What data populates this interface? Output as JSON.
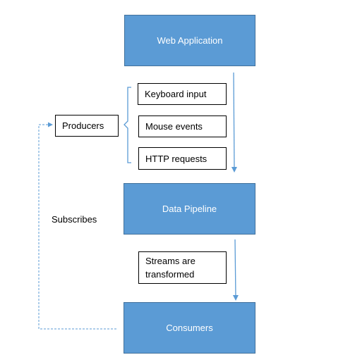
{
  "diagram": {
    "web_application": "Web Application",
    "data_pipeline": "Data Pipeline",
    "consumers": "Consumers",
    "producers": "Producers",
    "inputs": {
      "keyboard": "Keyboard input",
      "mouse": "Mouse events",
      "http": "HTTP requests"
    },
    "streams_line1": "Streams are",
    "streams_line2": "transformed",
    "subscribes": "Subscribes"
  },
  "colors": {
    "box_fill": "#5b9bd5",
    "box_border": "#41719c",
    "arrow": "#5b9bd5"
  }
}
